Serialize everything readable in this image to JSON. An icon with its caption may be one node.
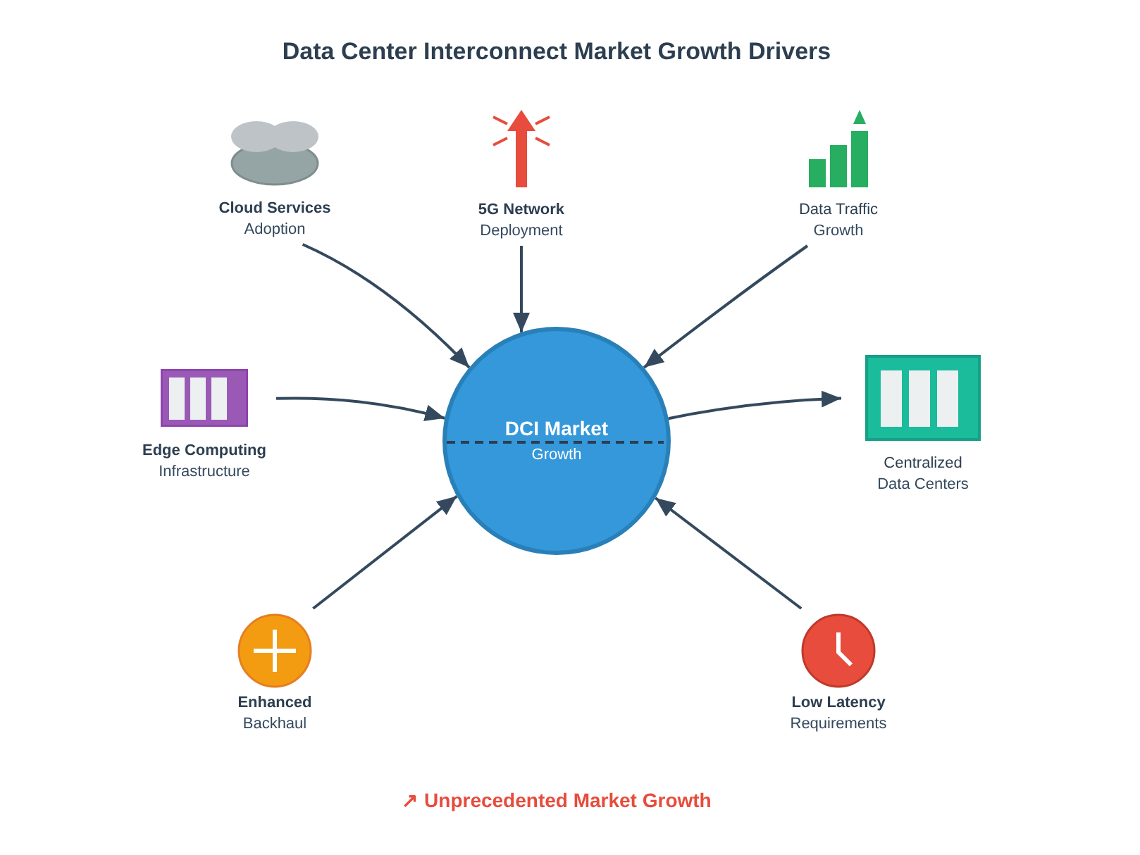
{
  "diagram": {
    "title": "Data Center Interconnect Market Growth Drivers",
    "nodes": [
      {
        "text": [
          "Cloud Services",
          "Adoption"
        ]
      },
      {
        "text": [
          "5G Network",
          "Deployment"
        ]
      },
      {
        "text": [
          "Data Traffic",
          "Growth"
        ]
      },
      {
        "text": [
          "Edge Computing",
          "Infrastructure"
        ]
      },
      {
        "text": [
          "DCI Market",
          "Growth"
        ]
      },
      {
        "text": [
          "Centralized",
          "Data Centers"
        ]
      },
      {
        "text": [
          "Enhanced",
          "Backhaul"
        ]
      },
      {
        "text": [
          "Low Latency",
          "Requirements"
        ]
      }
    ],
    "edges": [
      {
        "from": 0,
        "to": 4,
        "arrow": "to"
      },
      {
        "from": 1,
        "to": 4,
        "arrow": "to"
      },
      {
        "from": 2,
        "to": 4,
        "arrow": "to"
      },
      {
        "from": 3,
        "to": 4,
        "arrow": "to"
      },
      {
        "from": 4,
        "to": 5,
        "arrow": "to"
      },
      {
        "from": 6,
        "to": 4,
        "arrow": "to"
      },
      {
        "from": 7,
        "to": 4,
        "arrow": "to"
      }
    ],
    "labels": [
      "↗ Unprecedented Market Growth"
    ]
  }
}
